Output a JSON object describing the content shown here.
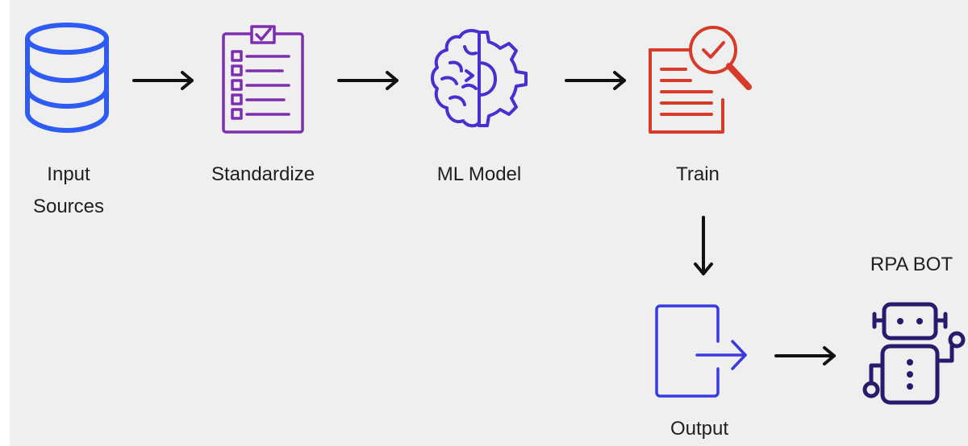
{
  "nodes": {
    "input_sources": {
      "label_line1": "Input",
      "label_line2": "Sources",
      "icon": "database-icon",
      "color": "#2f5bf5"
    },
    "standardize": {
      "label": "Standardize",
      "icon": "checklist-clipboard-icon",
      "color": "#7b2fb0"
    },
    "ml_model": {
      "label": "ML Model",
      "icon": "brain-gear-icon",
      "color": "#4a2fd0"
    },
    "train": {
      "label": "Train",
      "icon": "document-magnifier-icon",
      "color": "#d63a28"
    },
    "output": {
      "label": "Output",
      "icon": "exit-arrow-icon",
      "color": "#3a3ae0"
    },
    "rpa_bot": {
      "label": "RPA BOT",
      "icon": "robot-icon",
      "color": "#2a1a6e"
    }
  },
  "colors": {
    "background": "#efefef",
    "arrow": "#111111",
    "text": "#1f1f1f"
  }
}
